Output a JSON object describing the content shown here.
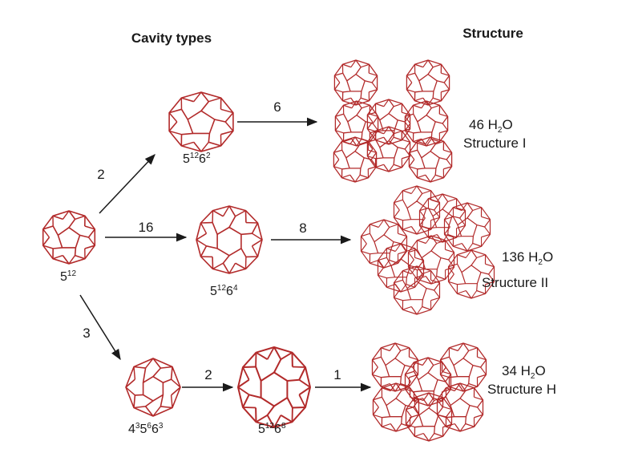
{
  "headers": {
    "cavity_types": "Cavity types",
    "structure": "Structure"
  },
  "colors": {
    "cage": "#b22a2a",
    "arrow": "#1a1a1a",
    "text": "#1a1a1a"
  },
  "cavities": {
    "c512": {
      "base": "5",
      "exp": "12"
    },
    "c51262": {
      "base1": "5",
      "exp1": "12",
      "base2": "6",
      "exp2": "2"
    },
    "c51264": {
      "base1": "5",
      "exp1": "12",
      "base2": "6",
      "exp2": "4"
    },
    "c435663": {
      "base1": "4",
      "exp1": "3",
      "base2": "5",
      "exp2": "6",
      "base3": "6",
      "exp3": "3"
    },
    "c51268": {
      "base1": "5",
      "exp1": "12",
      "base2": "6",
      "exp2": "8"
    }
  },
  "arrows": {
    "a_512_to_51262": "2",
    "a_512_to_51264": "16",
    "a_512_to_435663": "3",
    "a_51262_to_s1": "6",
    "a_51264_to_s2": "8",
    "a_435663_to_51268": "2",
    "a_51268_to_sh": "1"
  },
  "structures": {
    "s1": {
      "water_count": "46 H",
      "water_sub": "2",
      "water_tail": "O",
      "name": "Structure I"
    },
    "s2": {
      "water_count": "136 H",
      "water_sub": "2",
      "water_tail": "O",
      "name": "Structure II"
    },
    "sh": {
      "water_count": "34 H",
      "water_sub": "2",
      "water_tail": "O",
      "name": "Structure H"
    }
  }
}
